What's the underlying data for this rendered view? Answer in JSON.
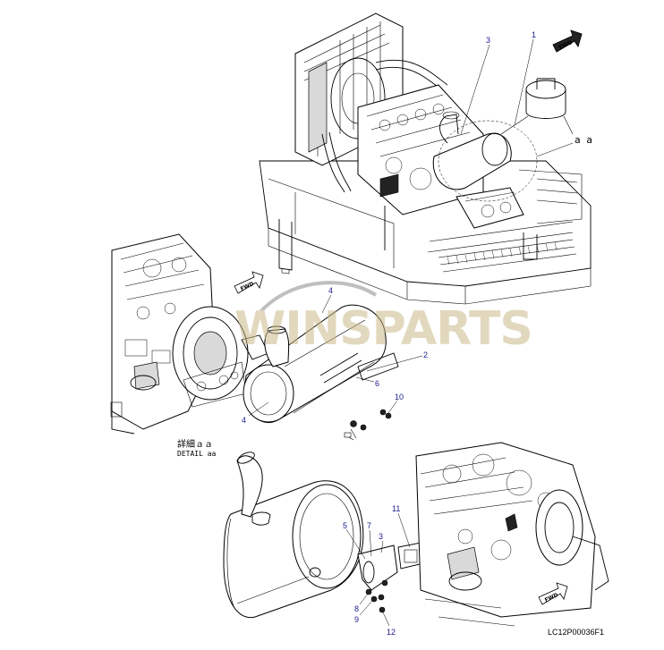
{
  "callouts": {
    "c1": "1",
    "c2": "2",
    "c3": "3",
    "c3b": "3",
    "c4a": "4",
    "c4b": "4",
    "c5": "5",
    "c6": "6",
    "c7": "7",
    "c8": "8",
    "c9": "9",
    "c10": "10",
    "c11": "11",
    "c12": "12"
  },
  "detail": {
    "jp": "詳細ａａ",
    "en": "DETAIL aa"
  },
  "aa_label": "a a",
  "fwd": "FWD",
  "watermark": {
    "text": "WINSPARTS",
    "color": "#c9b98a"
  },
  "drawing_code": "LC12P00036F1"
}
